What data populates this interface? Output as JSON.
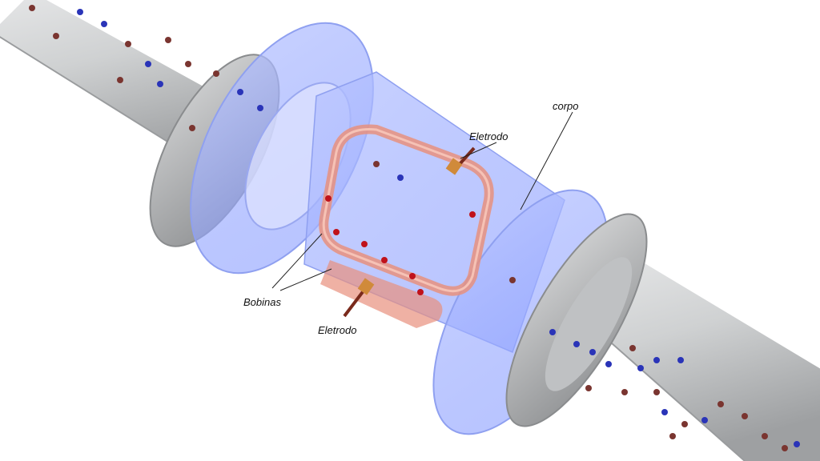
{
  "labels": {
    "corpo": "corpo",
    "eletrodo_top": "Eletrodo",
    "eletrodo_bottom": "Eletrodo",
    "bobinas": "Bobinas"
  },
  "colors": {
    "pipe": "#c9cbcc",
    "flange_metal": "#a9aaab",
    "body_glass": "#8fa4ff",
    "coil": "#e8907e",
    "particle_red": "#c0121b",
    "particle_blue": "#2a34b8",
    "particle_brown": "#7a3530",
    "label_text": "#111111",
    "leader_line": "#222222"
  },
  "icons": {
    "electrode": "electrode-icon",
    "coil": "coil-icon",
    "flange": "flange-icon"
  }
}
